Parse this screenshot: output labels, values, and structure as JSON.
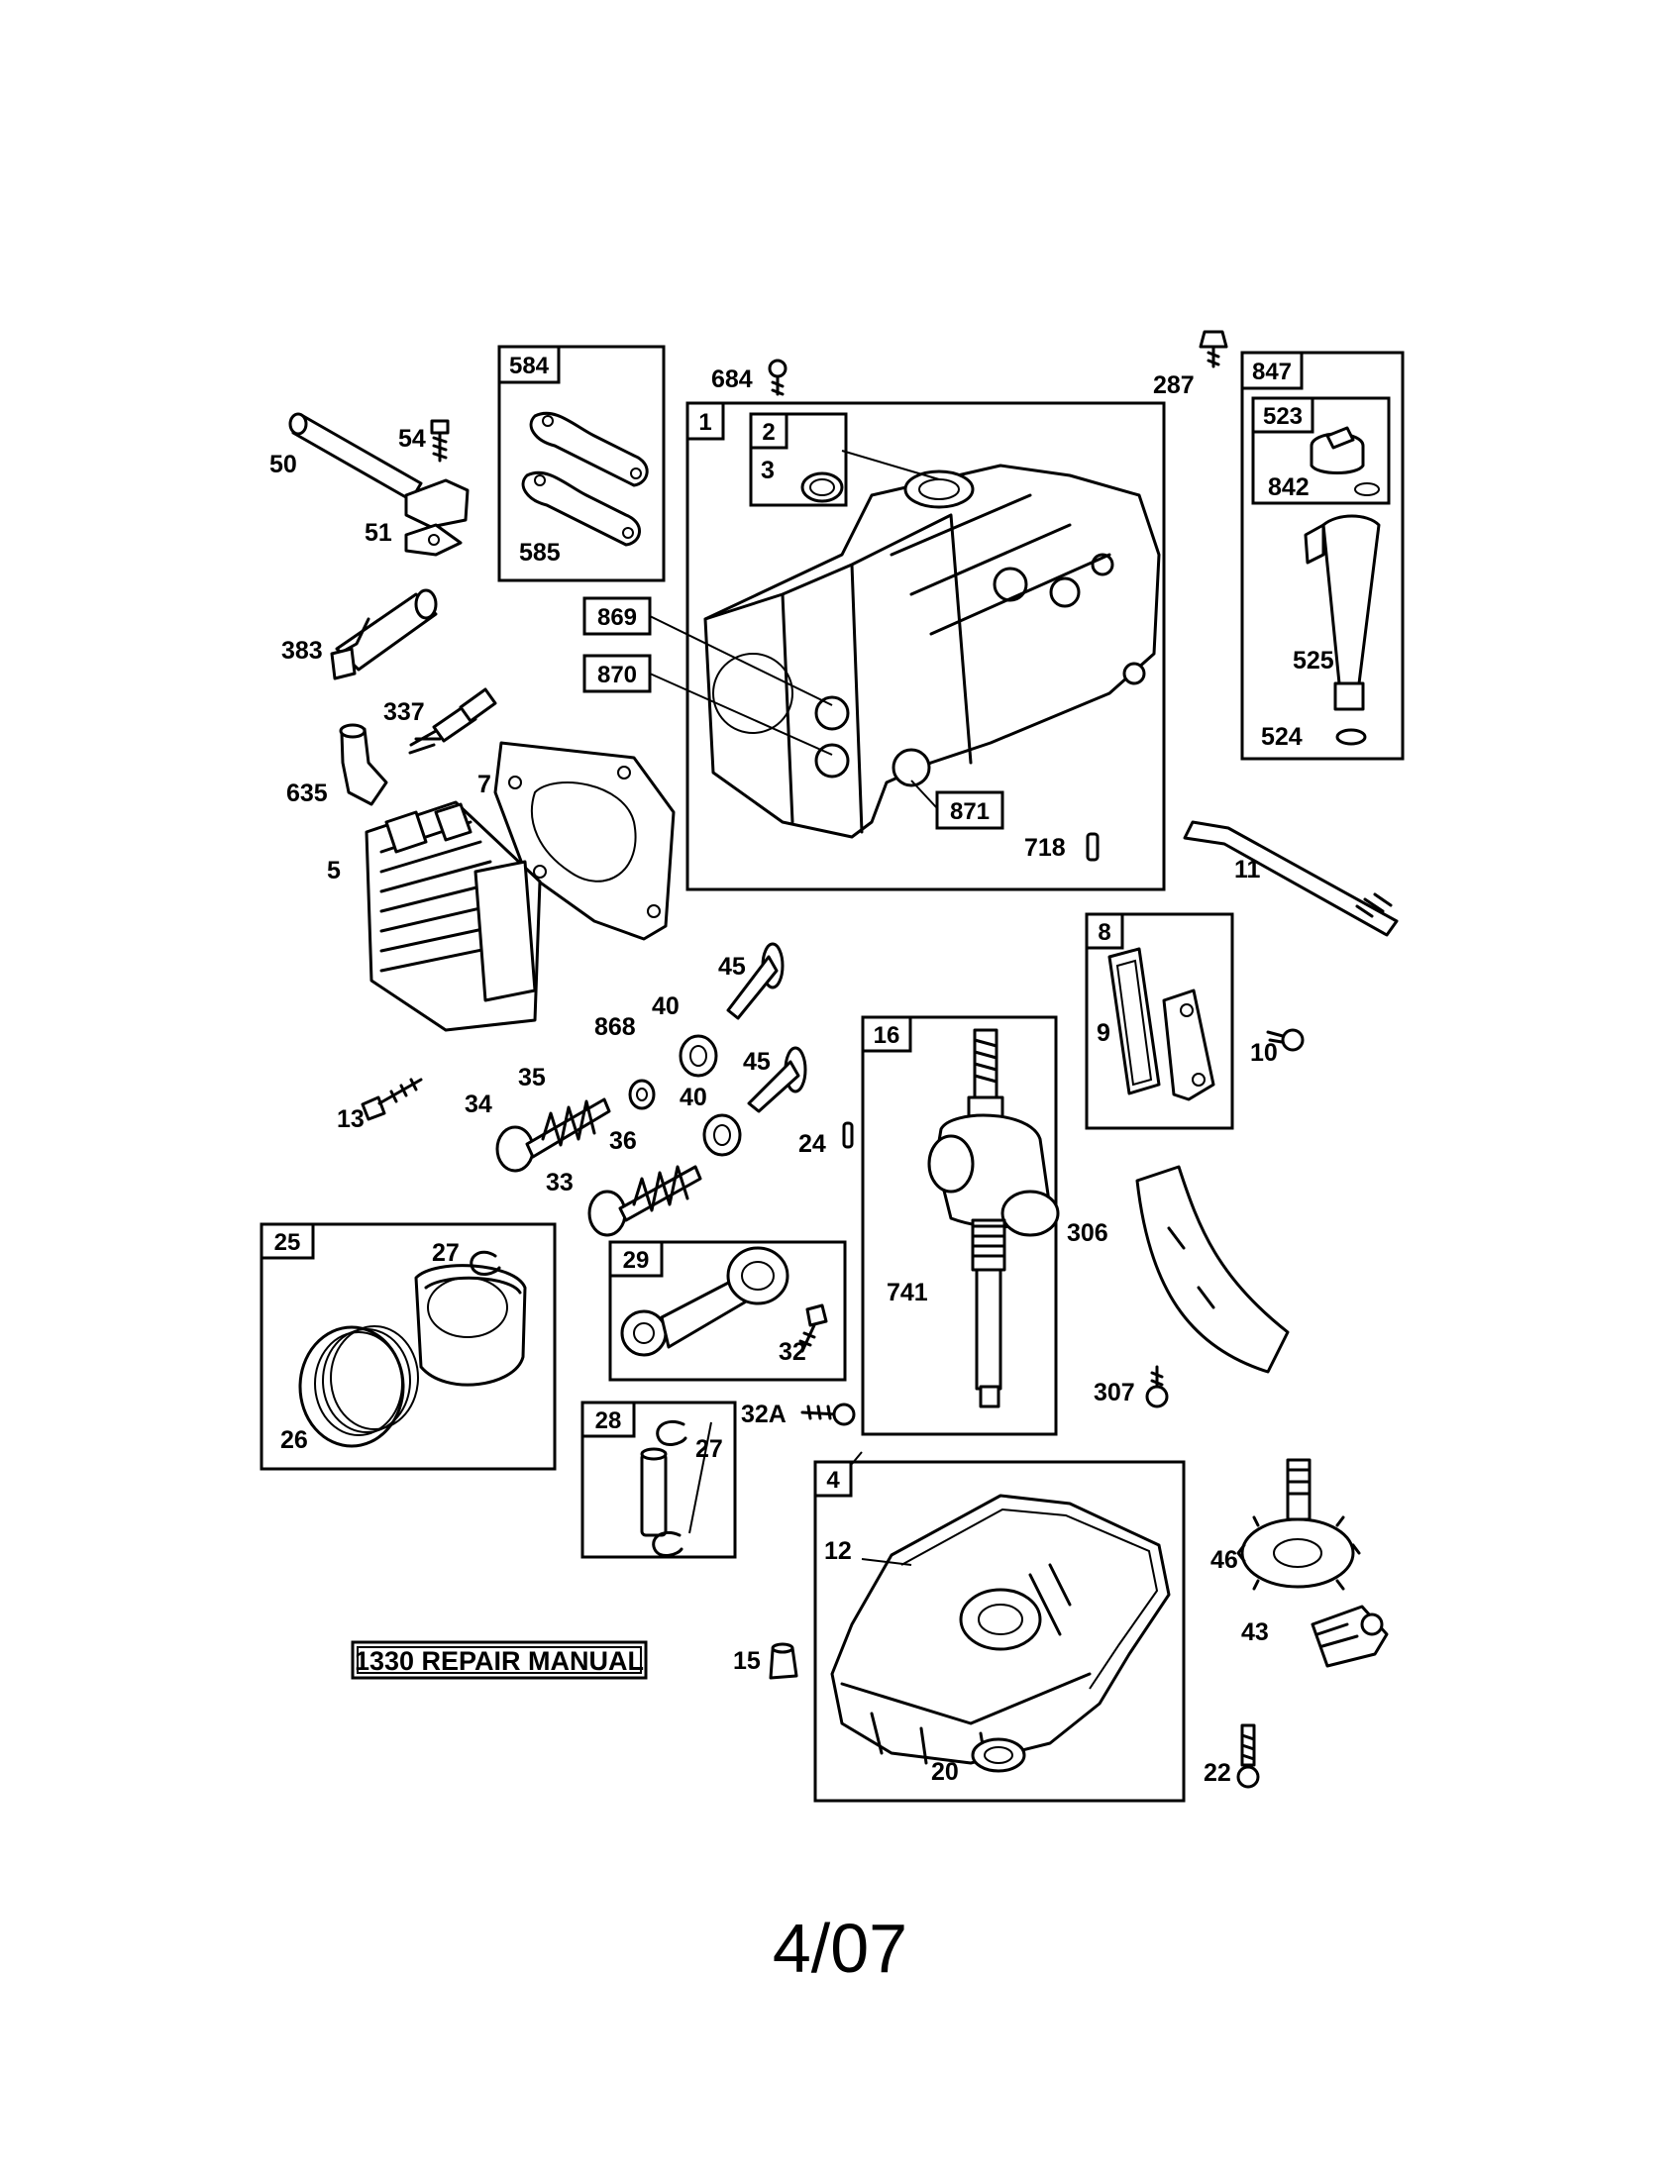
{
  "diagram": {
    "labels": {
      "l50": "50",
      "l54": "54",
      "l51": "51",
      "l383": "383",
      "l337": "337",
      "l635": "635",
      "l7": "7",
      "l5": "5",
      "l585": "585",
      "l684": "684",
      "l3": "3",
      "l718": "718",
      "l287": "287",
      "l842": "842",
      "l525": "525",
      "l524": "524",
      "l11": "11",
      "l9": "9",
      "l10": "10",
      "l45a": "45",
      "l868": "868",
      "l40a": "40",
      "l45b": "45",
      "l40b": "40",
      "l35": "35",
      "l34": "34",
      "l13": "13",
      "l36": "36",
      "l33": "33",
      "l24": "24",
      "l27a": "27",
      "l26": "26",
      "l32": "32",
      "l32a": "32A",
      "l27b": "27",
      "l741": "741",
      "l306": "306",
      "l307": "307",
      "l12": "12",
      "l15": "15",
      "l20": "20",
      "l46": "46",
      "l43": "43",
      "l22": "22"
    },
    "boxes": {
      "b584": "584",
      "b1": "1",
      "b2": "2",
      "b869": "869",
      "b870": "870",
      "b871": "871",
      "b847": "847",
      "b523": "523",
      "b8": "8",
      "b16": "16",
      "b25": "25",
      "b29": "29",
      "b28": "28",
      "b4": "4"
    },
    "manual_label": "1330 REPAIR MANUAL",
    "footer_date": "4/07"
  }
}
